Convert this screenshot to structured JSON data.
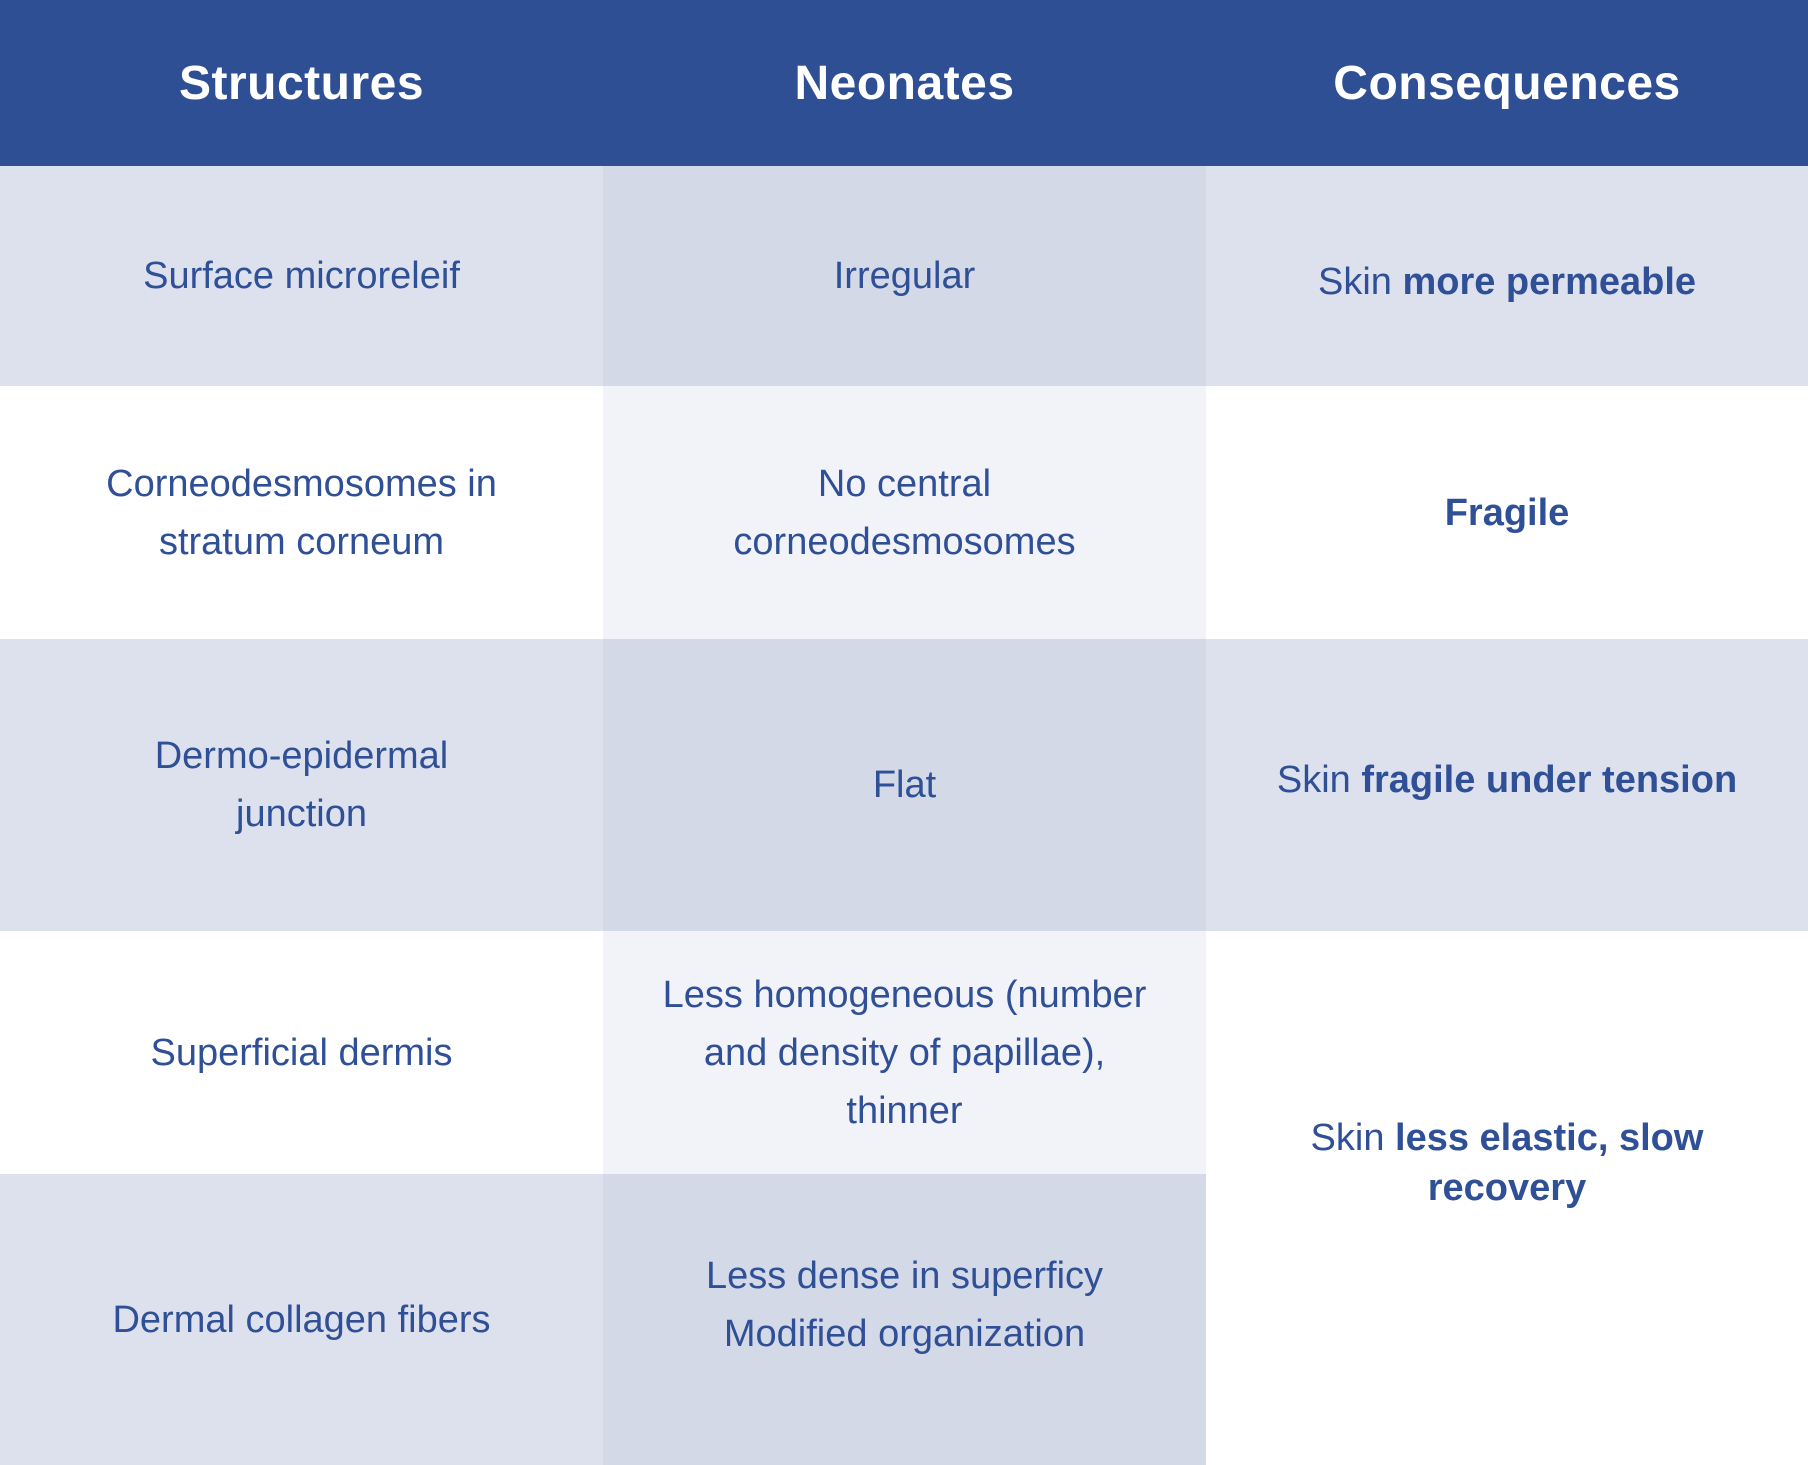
{
  "headers": [
    "Structures",
    "Neonates",
    "Consequences"
  ],
  "rows": [
    {
      "structure": [
        "Surface microreleif"
      ],
      "neonates": [
        "Irregular"
      ]
    },
    {
      "structure": [
        "Corneodesmosomes in",
        "stratum corneum"
      ],
      "neonates": [
        "No central",
        "corneodesmosomes"
      ]
    },
    {
      "structure": [
        "Dermo-epidermal",
        "junction"
      ],
      "neonates": [
        "Flat"
      ]
    },
    {
      "structure": [
        "Superficial dermis"
      ],
      "neonates": [
        "Less homogeneous (number",
        "and density of papillae),",
        "thinner"
      ]
    },
    {
      "structure": [
        "Dermal collagen fibers"
      ],
      "neonates": [
        "Less dense in superficy",
        "Modified organization"
      ]
    }
  ],
  "consequences": [
    {
      "prefix": "Skin ",
      "bold": [
        "more permeable"
      ]
    },
    {
      "prefix": "",
      "bold": [
        "Fragile"
      ]
    },
    {
      "prefix": "Skin ",
      "bold": [
        "fragile under tension"
      ]
    },
    {
      "prefix": "Skin ",
      "bold": [
        "less elastic, slow",
        "recovery"
      ]
    }
  ]
}
